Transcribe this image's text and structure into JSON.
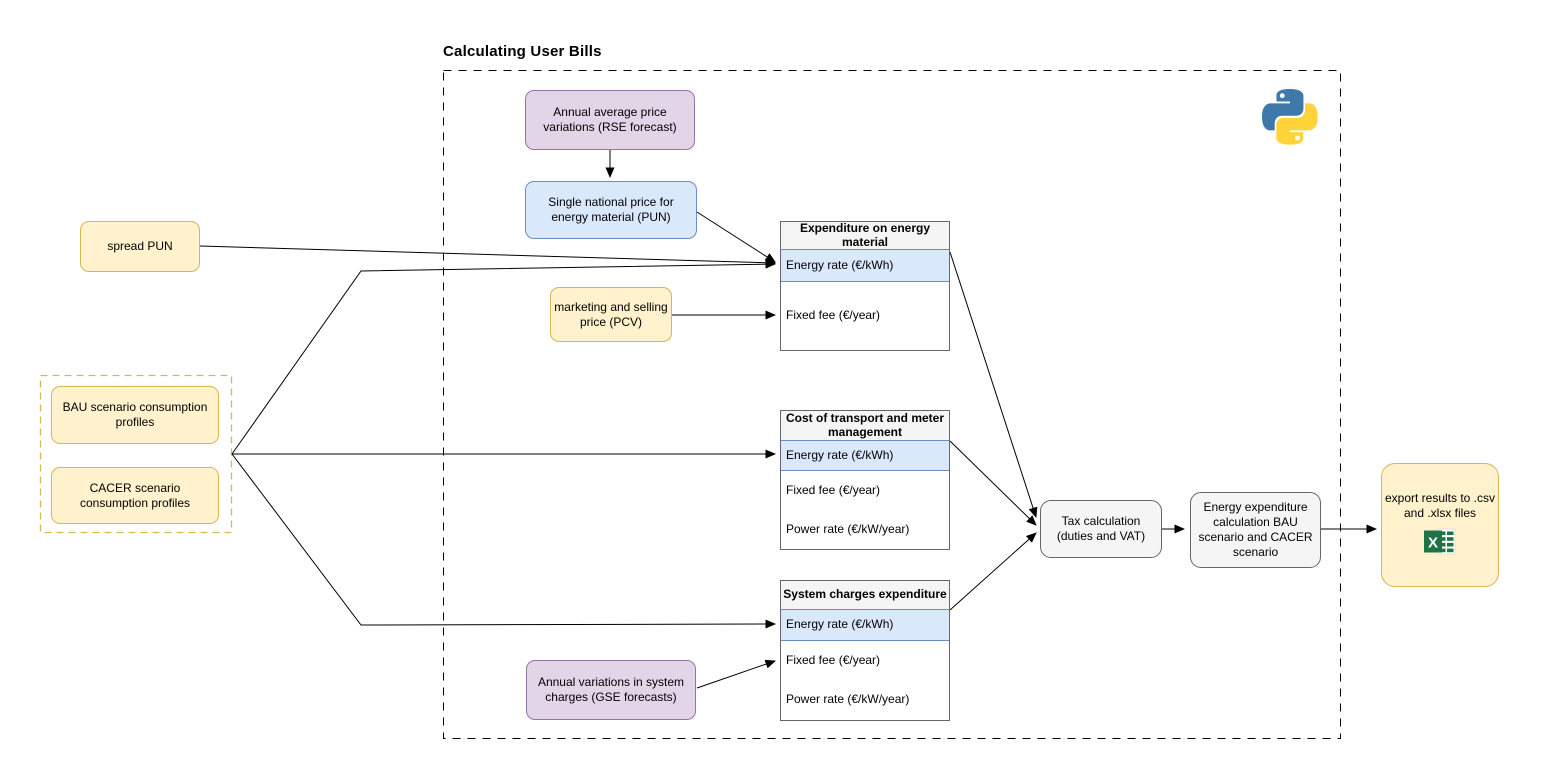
{
  "title": "Calculating User Bills",
  "boxes": {
    "rse_forecast": "Annual average price variations (RSE forecast)",
    "pun": "Single national price for energy material (PUN)",
    "spread_pun": "spread PUN",
    "pcv": "marketing and selling price (PCV)",
    "bau_profiles": "BAU scenario consumption profiles",
    "cacer_profiles": "CACER scenario consumption profiles",
    "gse_forecasts": "Annual variations in system charges (GSE forecasts)",
    "tax": "Tax calculation (duties and VAT)",
    "energy_expenditure": "Energy expenditure calculation BAU scenario and CACER scenario",
    "export": "export results to .csv and .xlsx files"
  },
  "tables": [
    {
      "title": "Expenditure on energy material",
      "rows": [
        {
          "label": "Energy rate (€/kWh)",
          "highlight": true
        },
        {
          "label": "Fixed fee (€/year)",
          "highlight": false
        }
      ]
    },
    {
      "title": "Cost of transport and meter management",
      "rows": [
        {
          "label": "Energy rate (€/kWh)",
          "highlight": true
        },
        {
          "label": "Fixed fee (€/year)",
          "highlight": false
        },
        {
          "label": "Power rate (€/kW/year)",
          "highlight": false
        }
      ]
    },
    {
      "title": "System charges expenditure",
      "rows": [
        {
          "label": "Energy rate (€/kWh)",
          "highlight": true
        },
        {
          "label": "Fixed fee (€/year)",
          "highlight": false
        },
        {
          "label": "Power rate (€/kW/year)",
          "highlight": false
        }
      ]
    }
  ],
  "edges": [
    {
      "from": "rse_forecast",
      "to": "pun"
    },
    {
      "from": "spread_pun",
      "to": "table1.energy_rate"
    },
    {
      "from": "pun",
      "to": "table1.energy_rate"
    },
    {
      "from": "consumption_profiles_group",
      "to": "table1.energy_rate"
    },
    {
      "from": "consumption_profiles_group",
      "to": "table2.energy_rate"
    },
    {
      "from": "consumption_profiles_group",
      "to": "table3.energy_rate"
    },
    {
      "from": "pcv",
      "to": "table1.fixed_fee"
    },
    {
      "from": "gse_forecasts",
      "to": "table3.fixed_fee"
    },
    {
      "from": "table1",
      "to": "tax"
    },
    {
      "from": "table2",
      "to": "tax"
    },
    {
      "from": "table3",
      "to": "tax"
    },
    {
      "from": "tax",
      "to": "energy_expenditure"
    },
    {
      "from": "energy_expenditure",
      "to": "export"
    }
  ],
  "icons": {
    "python": "python-logo",
    "excel": "excel-spreadsheet-icon"
  },
  "colors": {
    "yellow_fill": "#FFF2CC",
    "yellow_stroke": "#D6B656",
    "purple_fill": "#E1D5E7",
    "purple_stroke": "#9673A6",
    "blue_fill": "#DAE8FC",
    "blue_stroke": "#6C8EBF",
    "gray_fill": "#F5F5F5",
    "gray_stroke": "#666666",
    "line_color": "#000000",
    "python_blue": "#3E79A9",
    "python_yellow": "#FFD43B",
    "excel_green": "#217346"
  }
}
